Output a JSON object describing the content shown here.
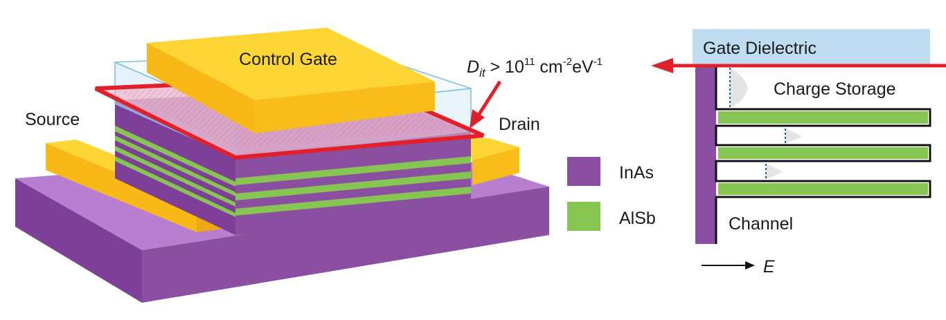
{
  "labels": {
    "control_gate": "Control Gate",
    "source": "Source",
    "drain": "Drain",
    "dit_symbol": "D",
    "dit_subscript": "it",
    "dit_relation": " > 10",
    "dit_exponent": "11",
    "dit_unit_1": " cm",
    "dit_unit_1_exponent": "-2",
    "dit_unit_2": "eV",
    "dit_unit_2_exponent": "-1",
    "gate_dielectric": "Gate Dielectric",
    "charge_storage": "Charge Storage",
    "channel": "Channel",
    "energy_axis": "E"
  },
  "legend": [
    {
      "label": "InAs",
      "color": "#8a4fa0"
    },
    {
      "label": "AlSb",
      "color": "#86c552"
    }
  ],
  "colors": {
    "gold_top": "#fcd535",
    "gold_side": "#f8bd1a",
    "inas": "#8a4fa0",
    "alsb": "#86c552",
    "dielectric": "#bfdcf0",
    "red": "#e3202a",
    "text": "#1a1a1a"
  }
}
